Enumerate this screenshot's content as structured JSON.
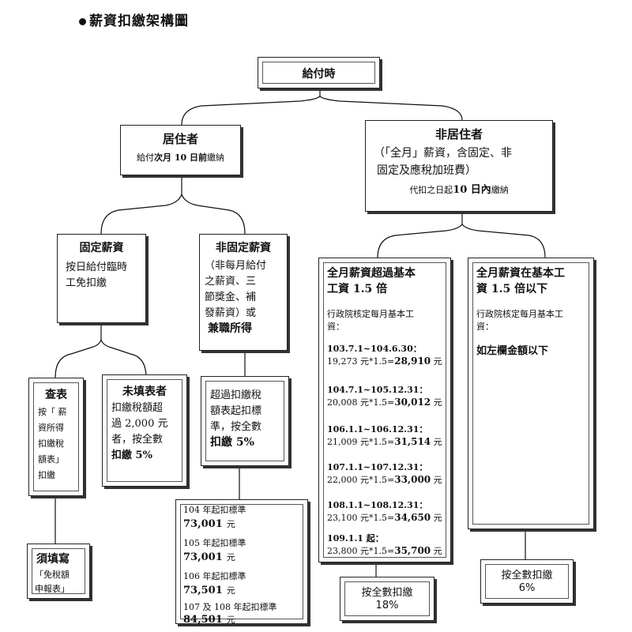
{
  "title": "薪資扣繳架構圖",
  "root": {
    "label": "給付時"
  },
  "resident": {
    "title": "居住者",
    "note_a": "給付",
    "note_b": "次月 10 日前",
    "note_c": "繳納"
  },
  "nonresident": {
    "title": "非居住者",
    "desc_line1": "（「全月」薪資，含固定、非",
    "desc_line2": "固定及應稅加班費）",
    "note_a": "代扣之日起",
    "note_b": "10 日內",
    "note_c": "繳納"
  },
  "fixed_salary": {
    "title": "固定薪資",
    "line1": "按日給付臨時",
    "line2": "工免扣繳"
  },
  "nonfixed_salary": {
    "title": "非固定薪資",
    "line1": "（非每月給付",
    "line2": "之薪資、三",
    "line3": "節獎金、補",
    "line4": "發薪資）或",
    "line5": "兼職所得"
  },
  "check_table": {
    "title": "查表",
    "line1": "按「 薪",
    "line2": "資所得",
    "line3": "扣繳稅",
    "line4": "額表」",
    "line5": "扣繳"
  },
  "not_filed": {
    "title": "未填表者",
    "line1": "扣繳稅額超",
    "line2": "過 2,000 元",
    "line3": "者，按全數",
    "line4": "扣繳 5%"
  },
  "must_fill": {
    "title": "須填寫",
    "line1": "「免稅額",
    "line2": "申報表」"
  },
  "exceed_threshold": {
    "line1": "超過扣繳稅",
    "line2": "額表起扣標",
    "line3": "準，按全數",
    "line4": "扣繳 5%"
  },
  "thresholds": [
    {
      "label": "104 年起扣標準",
      "value": "73,001",
      "unit": "元"
    },
    {
      "label": "105 年起扣標準",
      "value": "73,001",
      "unit": "元"
    },
    {
      "label": "106 年起扣標準",
      "value": "73,501",
      "unit": "元"
    },
    {
      "label": "107 及 108 年起扣標準",
      "value": "84,501",
      "unit": "元"
    }
  ],
  "over_base": {
    "title_line1": "全月薪資超過基本",
    "title_line2": "工資 1.5 倍",
    "intro_line1": "行政院核定每月基本工",
    "intro_line2": "資：",
    "periods": [
      {
        "range": "103.7.1~104.6.30：",
        "base": "19,273",
        "mid": "元*1.5=",
        "result": "28,910",
        "unit": "元"
      },
      {
        "range": "104.7.1~105.12.31：",
        "base": "20,008",
        "mid": "元*1.5=",
        "result": "30,012",
        "unit": "元"
      },
      {
        "range": "106.1.1~106.12.31：",
        "base": "21,009",
        "mid": "元*1.5=",
        "result": "31,514",
        "unit": "元"
      },
      {
        "range": "107.1.1~107.12.31：",
        "base": "22,000",
        "mid": "元*1.5=",
        "result": "33,000",
        "unit": "元"
      },
      {
        "range": "108.1.1~108.12.31：",
        "base": "23,100",
        "mid": "元*1.5=",
        "result": "34,650",
        "unit": "元"
      },
      {
        "range": "109.1.1 起：",
        "base": "23,800",
        "mid": "元*1.5=",
        "result": "35,700",
        "unit": "元"
      }
    ]
  },
  "under_base": {
    "title_line1": "全月薪資在基本工",
    "title_line2": "資 1.5 倍以下",
    "intro_line1": "行政院核定每月基本工",
    "intro_line2": "資：",
    "note": "如左欄金額以下"
  },
  "rate_18": {
    "line1": "按全數扣繳",
    "line2": "18%"
  },
  "rate_6": {
    "line1": "按全數扣繳",
    "line2": "6%"
  }
}
